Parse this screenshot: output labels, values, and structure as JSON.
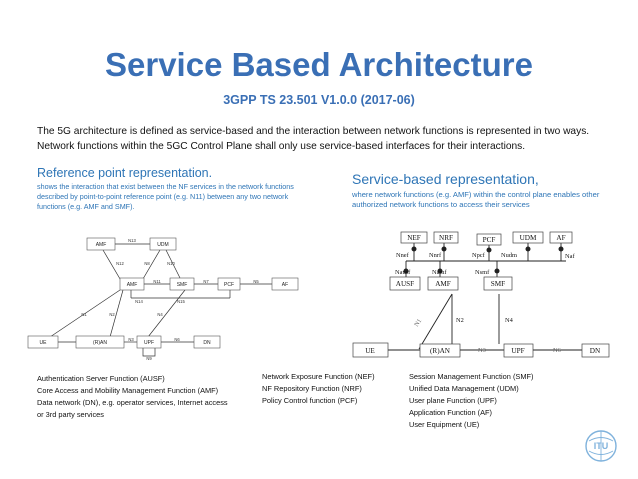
{
  "title": "Service Based Architecture",
  "subtitle": "3GPP TS 23.501 V1.0.0 (2017-06)",
  "intro": "The 5G architecture is defined as service-based and the interaction between network functions is represented in two ways. Network functions within the 5GC Control Plane shall only use service-based interfaces for their interactions.",
  "left": {
    "heading": "Reference point representation.",
    "description": "shows the interaction that exist between the NF services in the network functions described by point-to-point reference point (e.g. N11) between any two network functions (e.g. AMF and SMF).",
    "nodes": {
      "amf_top": "AMF",
      "udm": "UDM",
      "amf": "AMF",
      "smf": "SMF",
      "pcf": "PCF",
      "af": "AF",
      "ue": "UE",
      "ran": "(R)AN",
      "upf": "UPF",
      "dn": "DN"
    },
    "refs": {
      "n13": "N13",
      "n12": "N12",
      "n8": "N8",
      "n10": "N10",
      "n11": "N11",
      "n7": "N7",
      "n5": "N5",
      "n14": "N14",
      "n15": "N15",
      "n1": "N1",
      "n2": "N2",
      "n4": "N4",
      "n3": "N3",
      "n6": "N6",
      "n9": "N9"
    }
  },
  "right": {
    "heading": "Service-based representation,",
    "description": "where network functions (e.g. AMF) within the control plane enables other authorized network functions to access their services",
    "nodes": {
      "nef": "NEF",
      "nrf": "NRF",
      "pcf": "PCF",
      "udm": "UDM",
      "af": "AF",
      "ausf": "AUSF",
      "amf": "AMF",
      "smf": "SMF",
      "ue": "UE",
      "ran": "(R)AN",
      "upf": "UPF",
      "dn": "DN"
    },
    "interfaces": {
      "nnef": "Nnef",
      "nnrf": "Nnrf",
      "npcf": "Npcf",
      "nudm": "Nudm",
      "naf": "Naf",
      "nausf": "Nausf",
      "namf": "Namf",
      "nsmf": "Nsmf"
    },
    "refs": {
      "n1": "N1",
      "n2": "N2",
      "n3": "N3",
      "n4": "N4",
      "n6": "N6"
    }
  },
  "legend": {
    "col1": [
      "Authentication Server Function (AUSF)",
      "Core Access and Mobility Management Function (AMF)",
      "Data network (DN), e.g. operator services, Internet access",
      "or 3rd party services"
    ],
    "col2": [
      "Network Exposure Function (NEF)",
      "NF Repository Function (NRF)",
      "Policy Control function (PCF)"
    ],
    "col3": [
      "Session Management Function (SMF)",
      "Unified Data Management (UDM)",
      "User plane Function (UPF)",
      "Application Function (AF)",
      "User Equipment (UE)"
    ]
  },
  "logo_text": "ITU",
  "colors": {
    "accent": "#3a6fb5",
    "link_blue": "#2e75b6",
    "logo": "#7fb2dc"
  }
}
